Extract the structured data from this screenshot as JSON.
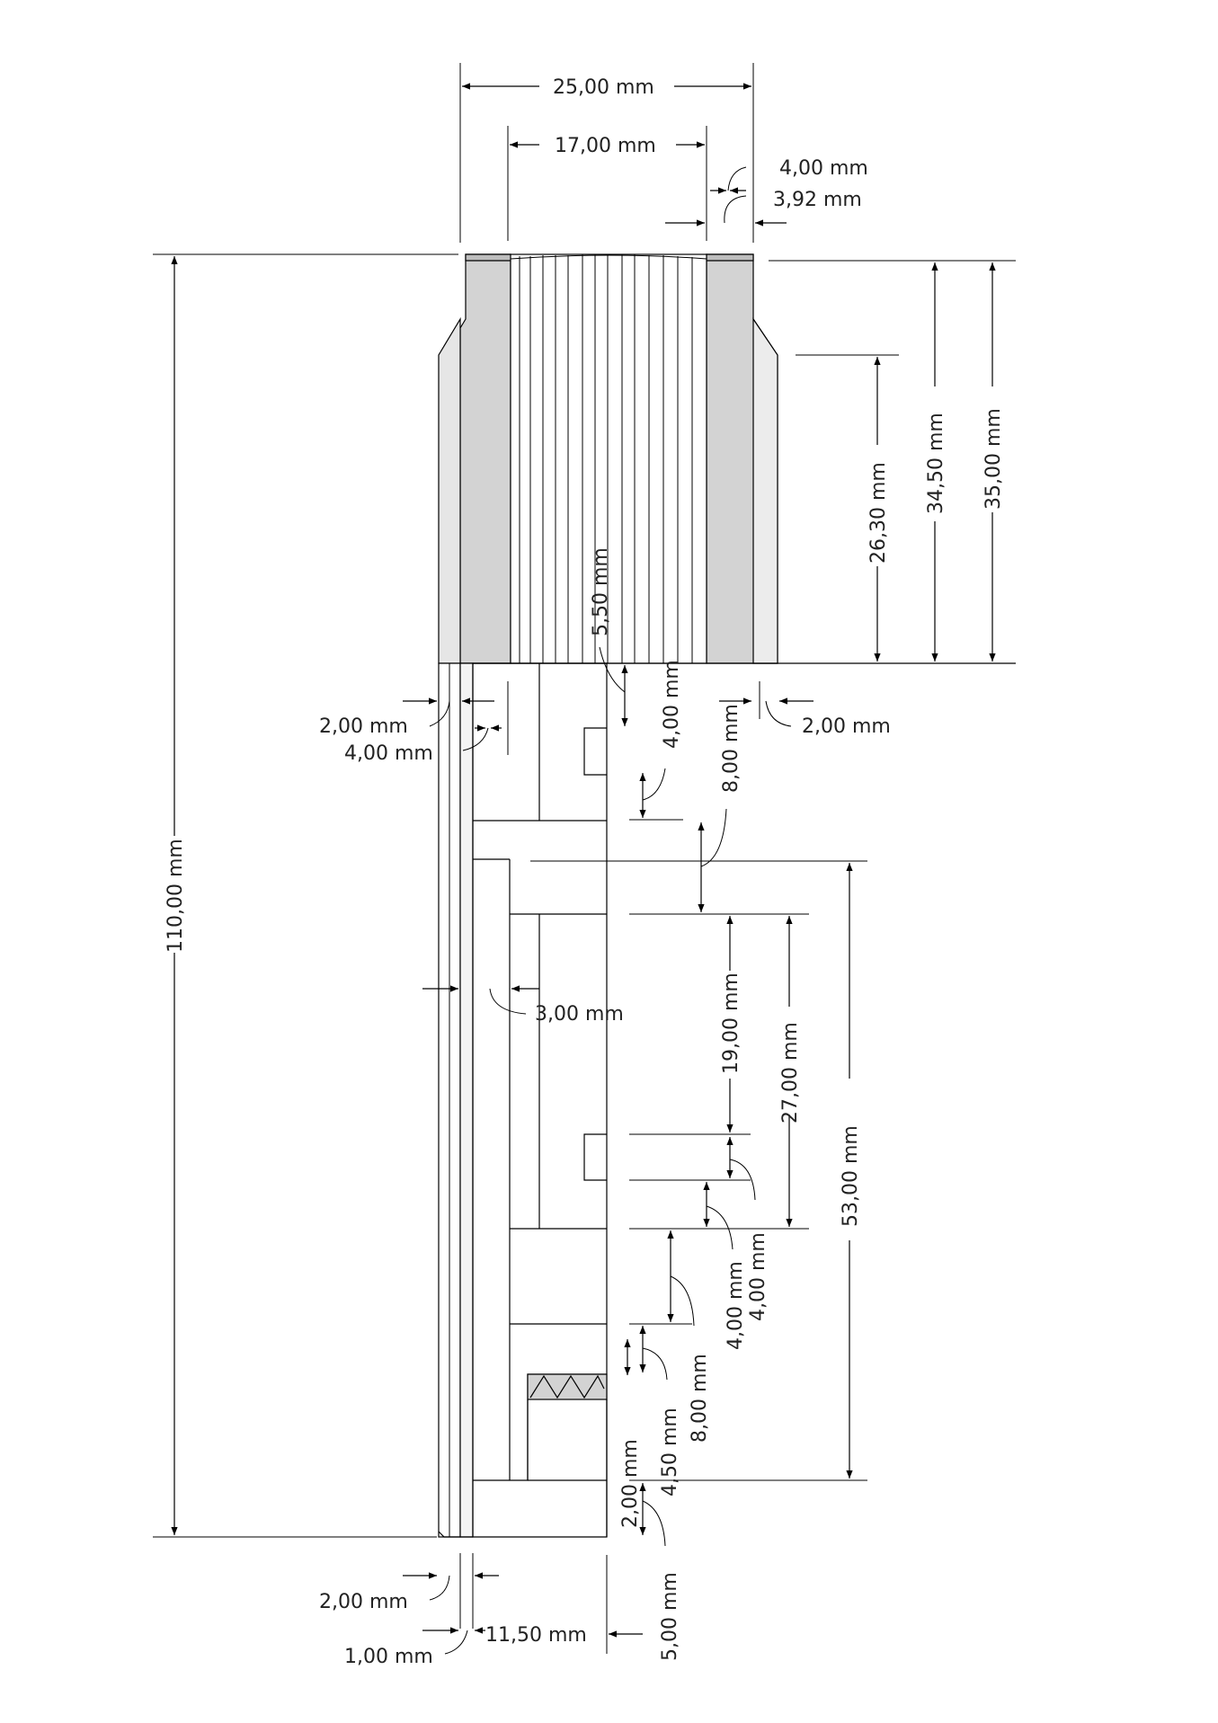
{
  "drawing": {
    "colors": {
      "line": "#000000",
      "shade": "#d3d3d3",
      "text": "#222222",
      "background": "#ffffff"
    },
    "dimensions": {
      "top_width": "25,00 mm",
      "inner_width": "17,00 mm",
      "offset_a": "4,00 mm",
      "offset_b": "3,92 mm",
      "total_height": "110,00 mm",
      "h_26_30": "26,30 mm",
      "h_34_50": "34,50 mm",
      "h_35_00": "35,00 mm",
      "d_5_50": "5,50 mm",
      "d_4_00_top": "4,00 mm",
      "d_8_00_top": "8,00 mm",
      "left_2_00": "2,00 mm",
      "left_4_00": "4,00 mm",
      "right_2_00": "2,00 mm",
      "d_3_00": "3,00 mm",
      "h_19_00": "19,00 mm",
      "h_27_00": "27,00 mm",
      "h_53_00": "53,00 mm",
      "d_4_00_a": "4,00 mm",
      "d_4_00_b": "4,00 mm",
      "d_8_00_bottom": "8,00 mm",
      "d_4_50": "4,50 mm",
      "d_2_00_bottom": "2,00 mm",
      "d_5_00": "5,00 mm",
      "bottom_2_00": "2,00 mm",
      "bottom_1_00": "1,00 mm",
      "bottom_11_50": "11,50 mm"
    }
  }
}
